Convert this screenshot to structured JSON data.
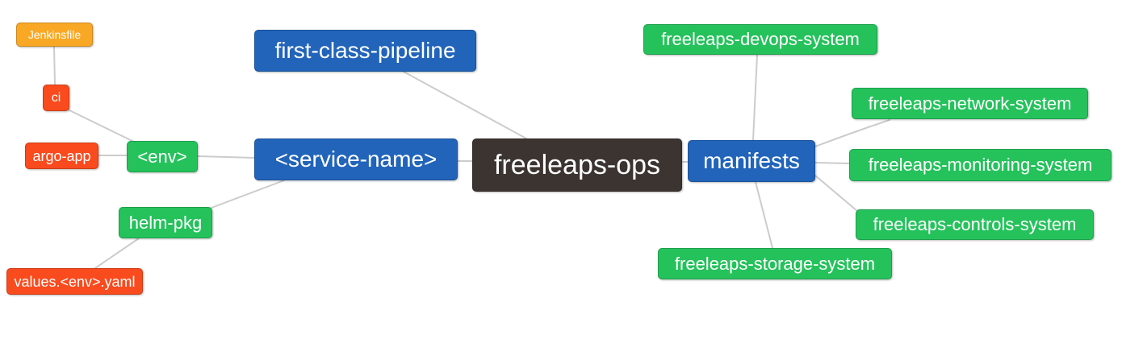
{
  "diagram": {
    "title": "freeleaps-ops mind map",
    "palette": {
      "blue": "#2164ba",
      "green": "#25c25c",
      "red": "#f94b1e",
      "orange": "#f9a825",
      "dark": "#3b3431",
      "edge": "#cccccc",
      "background": "#ffffff",
      "text": "#ffffff"
    },
    "nodes": {
      "freeleaps_ops": {
        "label": "freeleaps-ops",
        "color": "dark"
      },
      "first_class_pipeline": {
        "label": "first-class-pipeline",
        "color": "blue"
      },
      "service_name": {
        "label": "<service-name>",
        "color": "blue"
      },
      "manifests": {
        "label": "manifests",
        "color": "blue"
      },
      "env": {
        "label": "<env>",
        "color": "green"
      },
      "helm_pkg": {
        "label": "helm-pkg",
        "color": "green"
      },
      "ci": {
        "label": "ci",
        "color": "red"
      },
      "argo_app": {
        "label": "argo-app",
        "color": "red"
      },
      "values_env_yaml": {
        "label": "values.<env>.yaml",
        "color": "red"
      },
      "jenkinsfile": {
        "label": "Jenkinsfile",
        "color": "orange"
      },
      "devops_system": {
        "label": "freeleaps-devops-system",
        "color": "green"
      },
      "network_system": {
        "label": "freeleaps-network-system",
        "color": "green"
      },
      "monitoring_system": {
        "label": "freeleaps-monitoring-system",
        "color": "green"
      },
      "controls_system": {
        "label": "freeleaps-controls-system",
        "color": "green"
      },
      "storage_system": {
        "label": "freeleaps-storage-system",
        "color": "green"
      }
    },
    "edges": [
      {
        "from": "jenkinsfile",
        "to": "ci"
      },
      {
        "from": "ci",
        "to": "env"
      },
      {
        "from": "argo_app",
        "to": "env"
      },
      {
        "from": "env",
        "to": "service_name"
      },
      {
        "from": "helm_pkg",
        "to": "service_name"
      },
      {
        "from": "values_env_yaml",
        "to": "helm_pkg"
      },
      {
        "from": "first_class_pipeline",
        "to": "freeleaps_ops"
      },
      {
        "from": "service_name",
        "to": "freeleaps_ops"
      },
      {
        "from": "freeleaps_ops",
        "to": "manifests"
      },
      {
        "from": "manifests",
        "to": "devops_system"
      },
      {
        "from": "manifests",
        "to": "network_system"
      },
      {
        "from": "manifests",
        "to": "monitoring_system"
      },
      {
        "from": "manifests",
        "to": "controls_system"
      },
      {
        "from": "manifests",
        "to": "storage_system"
      }
    ]
  }
}
